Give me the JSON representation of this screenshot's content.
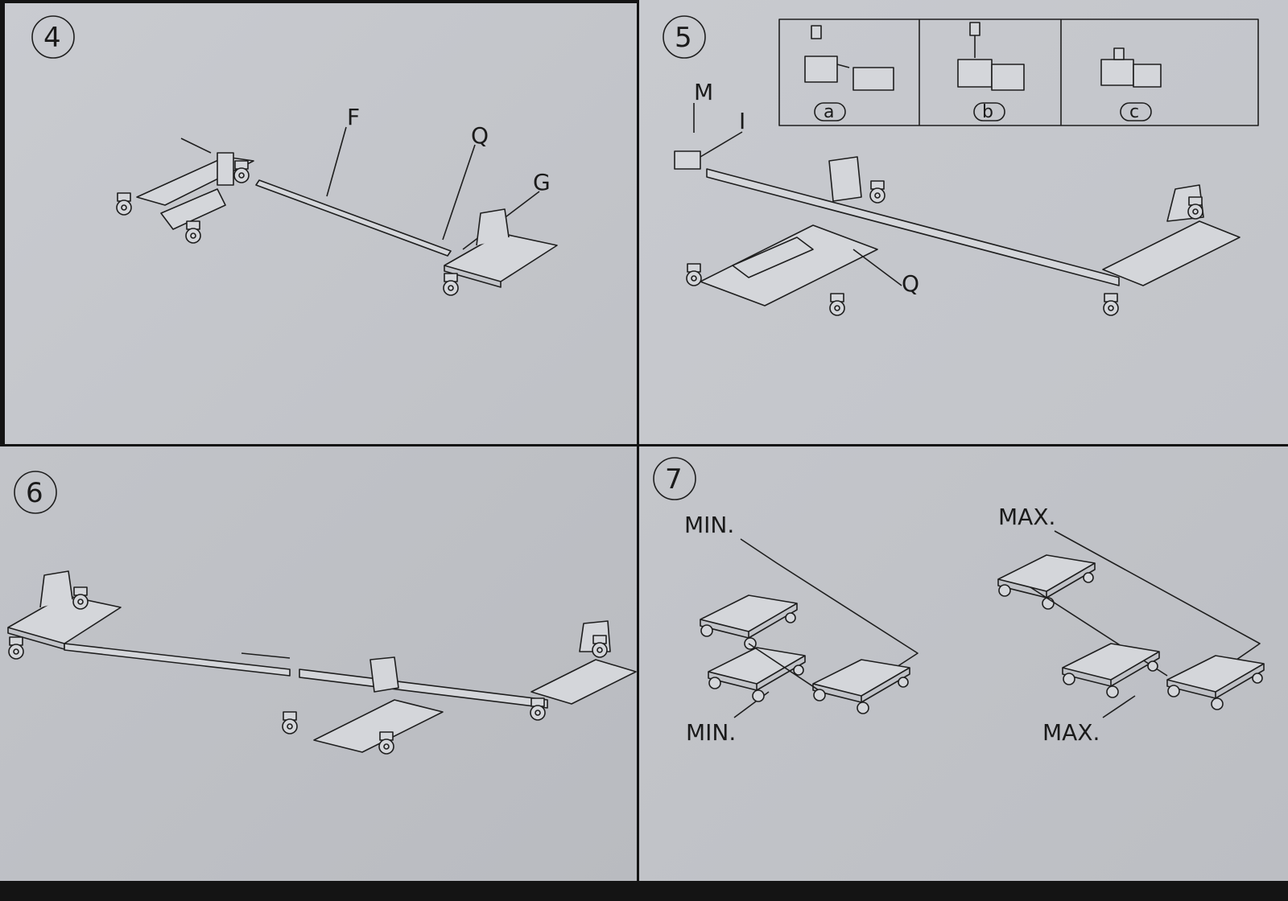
{
  "steps": [
    {
      "number": "4",
      "labels": {
        "f": "F",
        "q": "Q",
        "g": "G"
      }
    },
    {
      "number": "5",
      "labels": {
        "m": "M",
        "i": "I",
        "q": "Q"
      },
      "inset": [
        "a",
        "b",
        "c"
      ]
    },
    {
      "number": "6"
    },
    {
      "number": "7",
      "labels": {
        "min_top": "MIN.",
        "min_bottom": "MIN.",
        "max_top": "MAX.",
        "max_bottom": "MAX."
      }
    }
  ]
}
